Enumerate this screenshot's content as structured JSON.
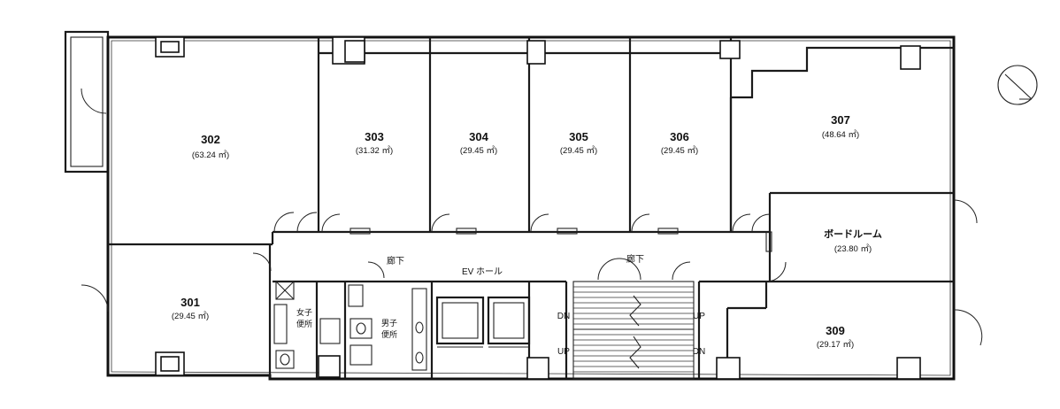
{
  "rooms": {
    "r301": {
      "number": "301",
      "area": "(29.45 ㎡)"
    },
    "r302": {
      "number": "302",
      "area": "(63.24 ㎡)"
    },
    "r303": {
      "number": "303",
      "area": "(31.32 ㎡)"
    },
    "r304": {
      "number": "304",
      "area": "(29.45 ㎡)"
    },
    "r305": {
      "number": "305",
      "area": "(29.45 ㎡)"
    },
    "r306": {
      "number": "306",
      "area": "(29.45 ㎡)"
    },
    "r307": {
      "number": "307",
      "area": "(48.64 ㎡)"
    },
    "board": {
      "number": "ボードルーム",
      "area": "(23.80 ㎡)"
    },
    "r309": {
      "number": "309",
      "area": "(29.17 ㎡)"
    }
  },
  "labels": {
    "corridor_left": "廊下",
    "corridor_right": "廊下",
    "ev_hall": "EV ホール",
    "womens_wc_1": "女子",
    "womens_wc_2": "便所",
    "mens_wc_1": "男子",
    "mens_wc_2": "便所",
    "stair_dn_left": "DN",
    "stair_up_left": "UP",
    "stair_up_right": "UP",
    "stair_dn_right": "DN"
  },
  "north_arrow": {
    "icon": "north-arrow-icon"
  }
}
